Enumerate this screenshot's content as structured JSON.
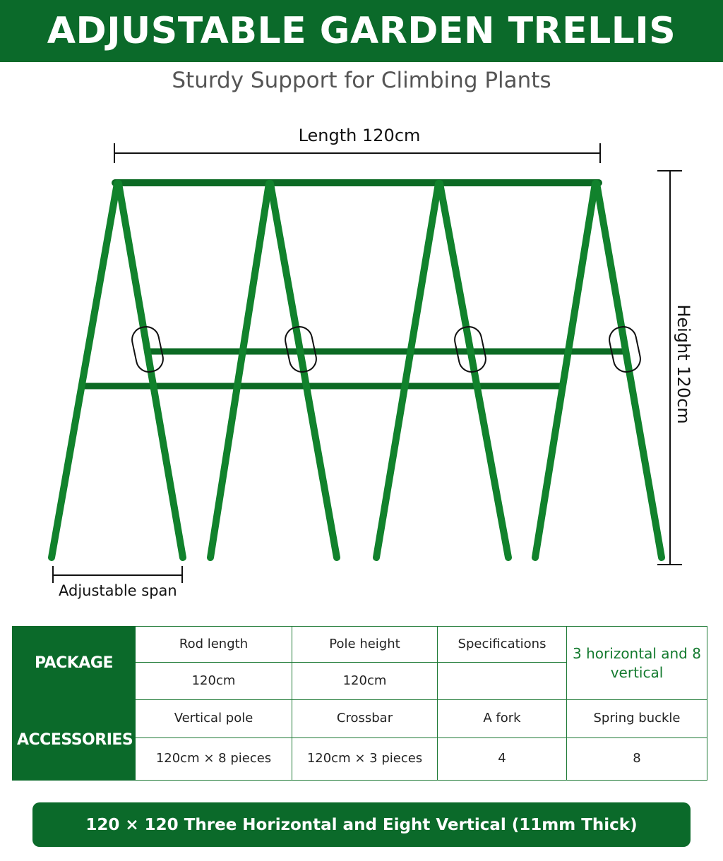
{
  "header": {
    "title": "ADJUSTABLE GARDEN TRELLIS"
  },
  "subtitle": "Sturdy Support for Climbing Plants",
  "diagram": {
    "length_label": "Length 120cm",
    "height_label": "Height 120cm",
    "span_label": "Adjustable span",
    "colors": {
      "pole": "#11822c",
      "pole_dark": "#0a5c1e",
      "dimension_line": "#111111"
    }
  },
  "table": {
    "package_header": "PACKAGE",
    "accessories_header": "ACCESSORIES",
    "package": {
      "rod_length_label": "Rod length",
      "rod_length_value": "120cm",
      "pole_height_label": "Pole height",
      "pole_height_value": "120cm",
      "specifications_label": "Specifications",
      "specifications_value": "3 horizontal and 8 vertical"
    },
    "accessories": {
      "labels": [
        "Vertical pole",
        "Crossbar",
        "A fork",
        "Spring buckle"
      ],
      "values": [
        "120cm × 8 pieces",
        "120cm × 3 pieces",
        "4",
        "8"
      ]
    }
  },
  "footer": "120 × 120 Three Horizontal and Eight Vertical (11mm Thick)",
  "colors": {
    "brand_green": "#0b6a2a",
    "note_green": "#137a2e"
  }
}
